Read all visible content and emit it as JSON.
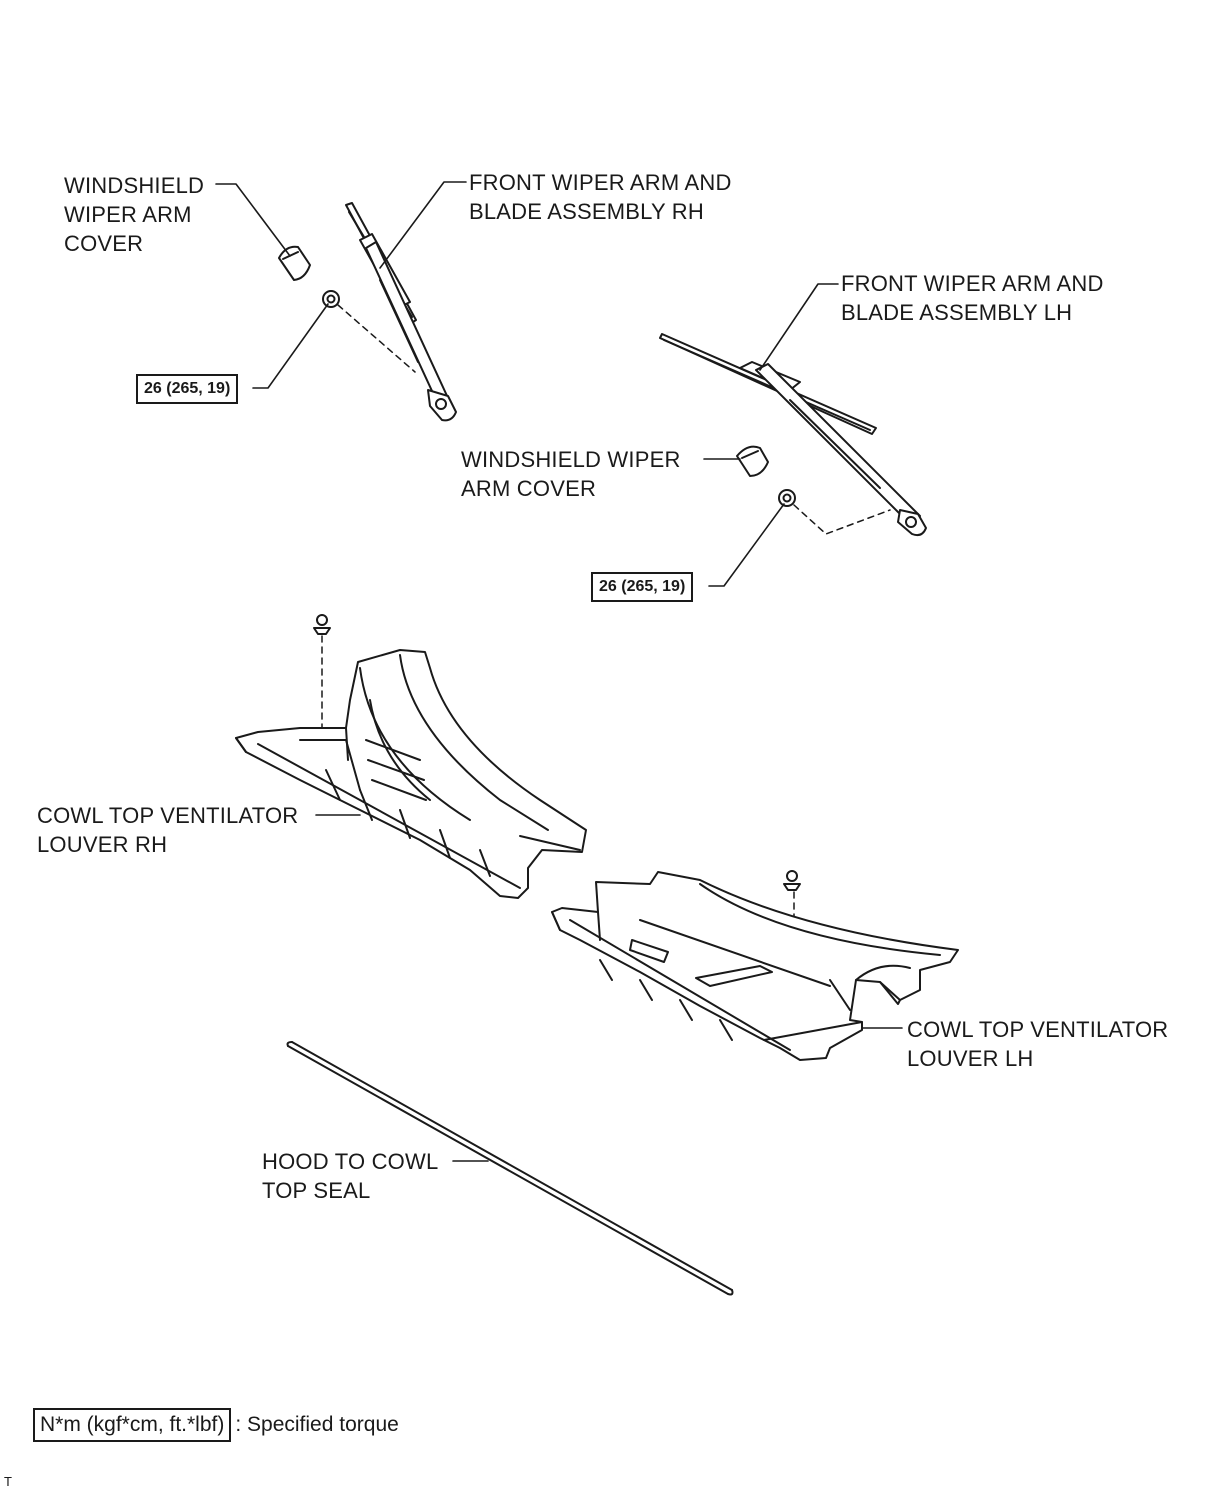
{
  "labels": {
    "arm_cover_rh": [
      "WINDSHIELD",
      "WIPER ARM",
      "COVER"
    ],
    "wiper_rh": [
      "FRONT WIPER ARM AND",
      "BLADE ASSEMBLY RH"
    ],
    "wiper_lh": [
      "FRONT WIPER ARM AND",
      "BLADE ASSEMBLY LH"
    ],
    "arm_cover_lh": [
      "WINDSHIELD WIPER",
      "ARM COVER"
    ],
    "louver_rh": [
      "COWL TOP VENTILATOR",
      "LOUVER RH"
    ],
    "louver_lh": [
      "COWL TOP VENTILATOR",
      "LOUVER LH"
    ],
    "seal": [
      "HOOD TO COWL",
      "TOP SEAL"
    ]
  },
  "torque_values": {
    "rh_nut": "26 (265, 19)",
    "lh_nut": "26 (265, 19)"
  },
  "legend": {
    "unit_box": "N*m (kgf*cm, ft.*lbf)",
    "description": ": Specified torque"
  },
  "footer_code": "T"
}
